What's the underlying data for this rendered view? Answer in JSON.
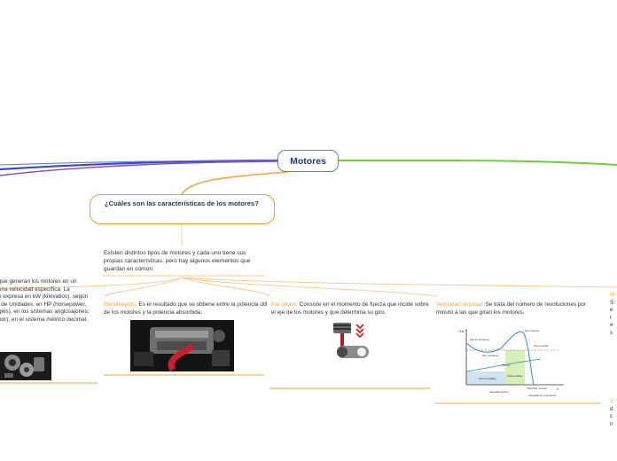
{
  "root": {
    "title": "Motores"
  },
  "question": {
    "text": "¿Cuáles son las características de los motores?"
  },
  "intro": {
    "text": "Existen distintos tipos de motores y cada uno tiene sus propias características, pero hay algunos elementos que guardan en común:"
  },
  "topics": {
    "potencia": {
      "lines": [
        "que generan los motores en un",
        "una velocidad específica. La",
        "e expresa en kW (kilovatios), según",
        "l de Unidades; en HP (horsepower,",
        "glés), en los sistemas anglosajones;",
        "por), en el sistema métrico decimal."
      ]
    },
    "rendimiento": {
      "title": "Rendimiento:",
      "text": "Es el resultado que se obtiene entre la potencia útil de los motores y la potencia absorbida."
    },
    "par": {
      "title": "Par motor:",
      "text": "Consiste en el momento de fuerza que incide sobre el eje de los motores y que determina su giro."
    },
    "velocidad": {
      "title": "Velocidad nominal:",
      "text": "Se trata del número de revoluciones por minuto a las que giran los motores."
    },
    "right1": {
      "lines": [
        "M",
        "S",
        "e",
        "r",
        "e",
        "s"
      ]
    },
    "right2": {
      "lines": [
        "V",
        "d",
        "c",
        "n"
      ]
    }
  },
  "speed_chart": {
    "y_label": "Par",
    "x_label": "n",
    "labels": {
      "par_arranque": "Par de arranque",
      "par_maximo": "Par máximo",
      "par_resistente": "Par resistente",
      "par_nominal": "Par nominal",
      "par_util": "Par útil",
      "zona_inestable": "Zona inestable",
      "zona_estable": "Zona estable",
      "velocidad_nominal": "Velocidad nominal",
      "velocidad_sincronismo": "Velocidad de sincronismo",
      "velocidad_optima": "Velocidad óptima"
    }
  },
  "colors": {
    "root_border": "#3a8fd8",
    "branch_orange": "#f7a33c",
    "branch_green": "#6cd232",
    "branch_blue": "#3b4cc0",
    "branch_purple": "#8e44ad",
    "topic_title": "#f5a93a"
  }
}
